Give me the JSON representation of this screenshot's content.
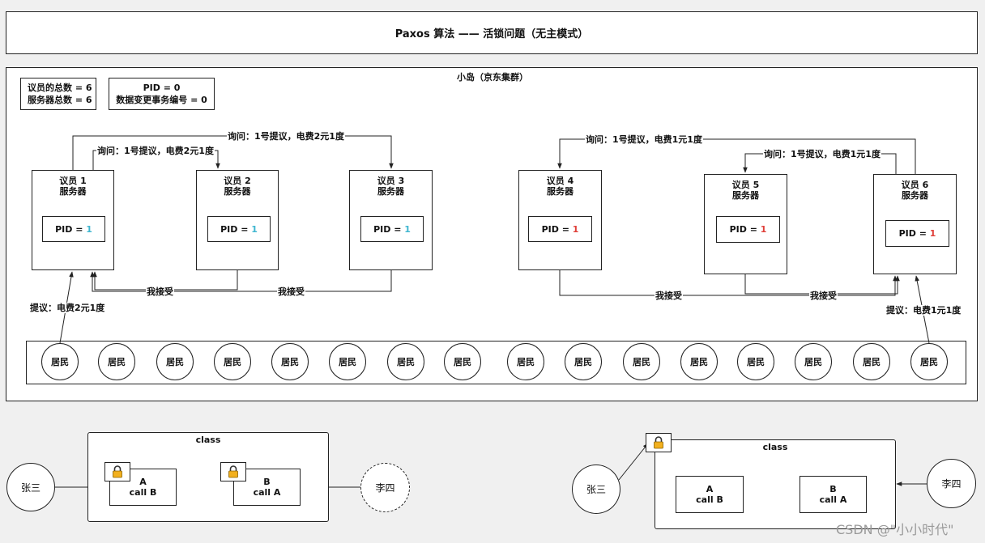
{
  "title": "Paxos 算法 —— 活锁问题（无主模式）",
  "island": {
    "title": "小岛（京东集群）"
  },
  "counts": {
    "line1": "议员的总数 = 6",
    "line2": "服务器总数 = 6"
  },
  "pid_info": {
    "line1": "PID = 0",
    "line2": "数据变更事务编号 = 0"
  },
  "members": [
    {
      "name": "议员 1",
      "role": "服务器",
      "pid_label": "PID = ",
      "pid_value": "1",
      "pid_color": "#3fb6d0"
    },
    {
      "name": "议员 2",
      "role": "服务器",
      "pid_label": "PID = ",
      "pid_value": "1",
      "pid_color": "#3fb6d0"
    },
    {
      "name": "议员 3",
      "role": "服务器",
      "pid_label": "PID = ",
      "pid_value": "1",
      "pid_color": "#3fb6d0"
    },
    {
      "name": "议员 4",
      "role": "服务器",
      "pid_label": "PID = ",
      "pid_value": "1",
      "pid_color": "#e0403a"
    },
    {
      "name": "议员 5",
      "role": "服务器",
      "pid_label": "PID = ",
      "pid_value": "1",
      "pid_color": "#e0403a"
    },
    {
      "name": "议员 6",
      "role": "服务器",
      "pid_label": "PID = ",
      "pid_value": "1",
      "pid_color": "#e0403a"
    }
  ],
  "edges": {
    "ask_1_to_3": "询问：1号提议，电费2元1度",
    "ask_1_to_2": "询问：1号提议，电费2元1度",
    "ask_6_to_4": "询问：1号提议，电费1元1度",
    "ask_6_to_5": "询问：1号提议，电费1元1度",
    "accept_2": "我接受",
    "accept_3": "我接受",
    "accept_4": "我接受",
    "accept_5": "我接受",
    "propose_left": "提议：电费2元1度",
    "propose_right": "提议：电费1元1度"
  },
  "residents": [
    "居民",
    "居民",
    "居民",
    "居民",
    "居民",
    "居民",
    "居民",
    "居民",
    "居民",
    "居民",
    "居民",
    "居民",
    "居民",
    "居民",
    "居民",
    "居民"
  ],
  "deadlock_left": {
    "class_label": "class",
    "method_a": {
      "name": "A",
      "call": "call B"
    },
    "method_b": {
      "name": "B",
      "call": "call A"
    },
    "person_left": "张三",
    "person_right": "李四"
  },
  "deadlock_right": {
    "class_label": "class",
    "method_a": {
      "name": "A",
      "call": "call B"
    },
    "method_b": {
      "name": "B",
      "call": "call A"
    },
    "person_left": "张三",
    "person_right": "李四"
  },
  "watermark": "CSDN @\"小小时代\"",
  "icons": {
    "lock": "lock-icon"
  }
}
